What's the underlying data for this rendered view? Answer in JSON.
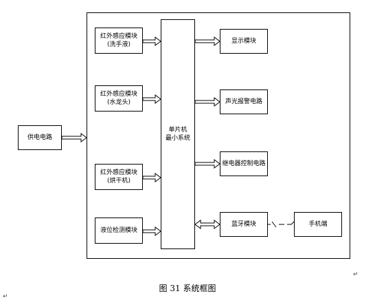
{
  "diagram": {
    "power": "供电电路",
    "mcu": {
      "line1": "单片机",
      "line2": "最小系统"
    },
    "sensors": [
      {
        "line1": "红外感应模块",
        "line2": "(洗手液)"
      },
      {
        "line1": "红外感应模块",
        "line2": "(水龙头)"
      },
      {
        "line1": "红外感应模块",
        "line2": "(烘干机)"
      },
      {
        "line1": "液位检测模块",
        "line2": ""
      }
    ],
    "outputs": [
      "显示模块",
      "声光报警电路",
      "继电器控制电路",
      "蓝牙模块"
    ],
    "phone": "手机端"
  },
  "caption": "图 31 系统框图",
  "colors": {
    "line": "#000000",
    "box_border": "#000000",
    "background": "#ffffff"
  }
}
